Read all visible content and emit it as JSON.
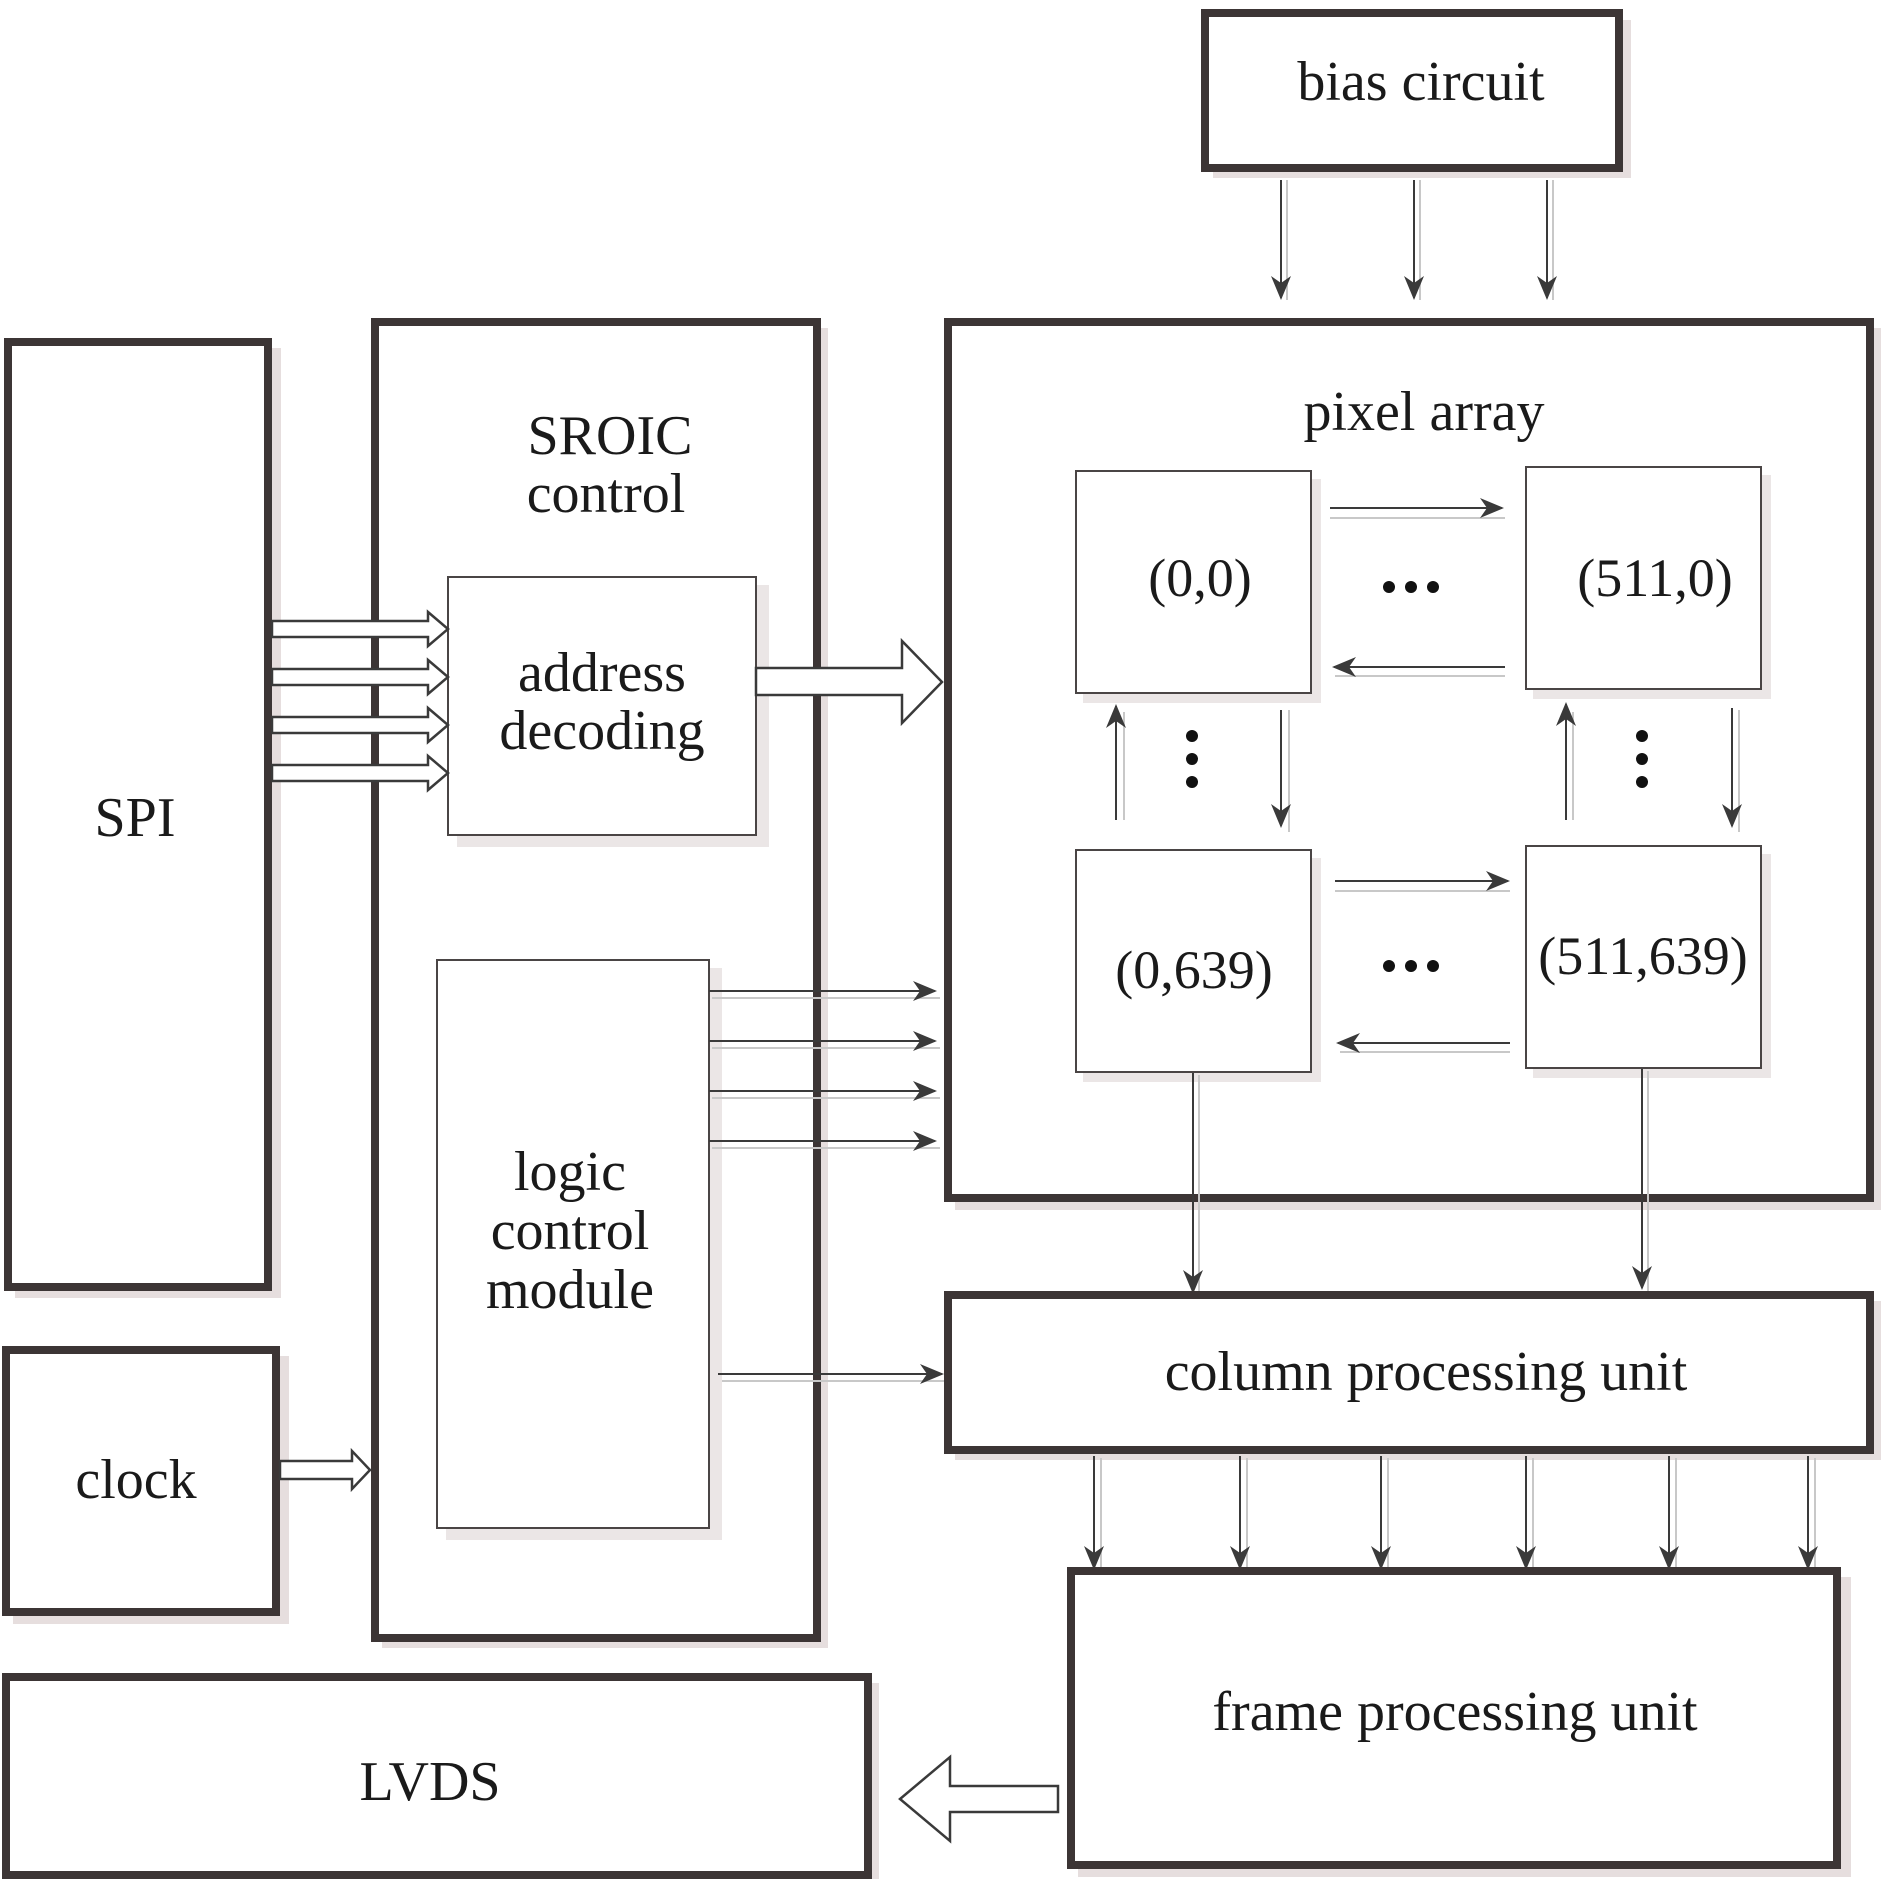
{
  "blocks": {
    "bias_circuit": "bias circuit",
    "spi": "SPI",
    "clock": "clock",
    "sroic_control": [
      "SROIC",
      "control"
    ],
    "address_decoding": [
      "address",
      "decoding"
    ],
    "logic_control_module": [
      "logic",
      "control",
      "module"
    ],
    "pixel_array": "pixel array",
    "column_processing_unit": "column processing unit",
    "frame_processing_unit": "frame processing unit",
    "lvds": "LVDS"
  },
  "pixels": {
    "top_left": "(0,0)",
    "top_right": "(511,0)",
    "bottom_left": "(0,639)",
    "bottom_right": "(511,639)"
  }
}
